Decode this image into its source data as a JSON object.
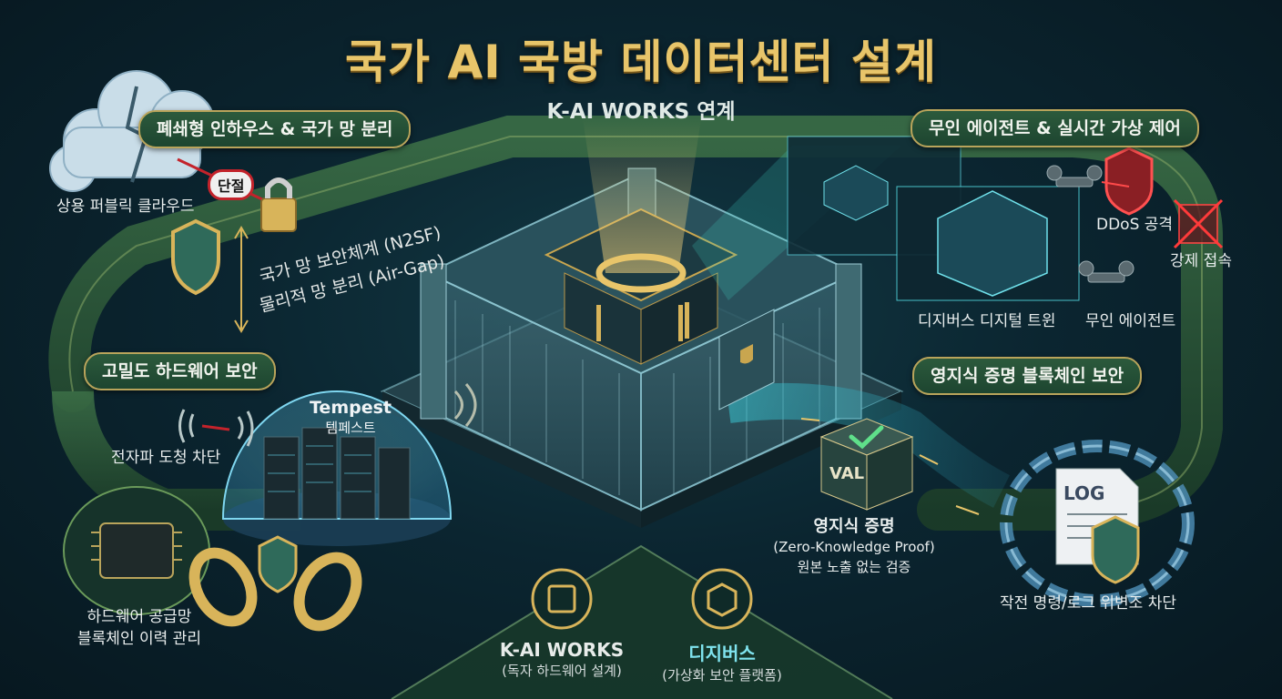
{
  "title": "국가 AI 국방 데이터센터 설계",
  "subtitle": "K-AI WORKS 연계",
  "left": {
    "section1": "폐쇄형 인하우스 & 국가 망 분리",
    "cloud_label": "상용 퍼블릭 클라우드",
    "disconnect_badge": "단절",
    "network_line1": "국가 망 보안체계 (N2SF)",
    "network_line2": "물리적 망 분리 (Air-Gap)",
    "section2": "고밀도 하드웨어 보안",
    "emi_label": "전자파 도청 차단",
    "tempest_en": "Tempest",
    "tempest_ko": "템페스트",
    "chip_line1": "하드웨어 공급망",
    "chip_line2": "블록체인 이력 관리"
  },
  "right": {
    "section1": "무인 에이전트 & 실시간 가상 제어",
    "ddos_label": "DDoS 공격",
    "intrusion_label": "강제 접속",
    "twin_label": "디지버스 디지털 트윈",
    "agent_label": "무인 에이전트",
    "section2": "영지식 증명 블록체인 보안",
    "val_text": "VAL",
    "zkp_line1": "영지식 증명",
    "zkp_line2": "(Zero-Knowledge Proof)",
    "zkp_line3": "원본 노출 없는 검증",
    "log_text": "LOG",
    "log_caption": "작전 명령/로그 위변조 차단"
  },
  "bottom": {
    "kai_title": "K-AI WORKS",
    "kai_sub": "(독자 하드웨어 설계)",
    "digiverse_title": "디지버스",
    "digiverse_sub": "(가상화 보안 플랫폼)"
  },
  "colors": {
    "gold": "#e8c56a",
    "track_green": "#2d5a3a",
    "teal": "#4fd1d9",
    "alert_red": "#c3232b"
  }
}
